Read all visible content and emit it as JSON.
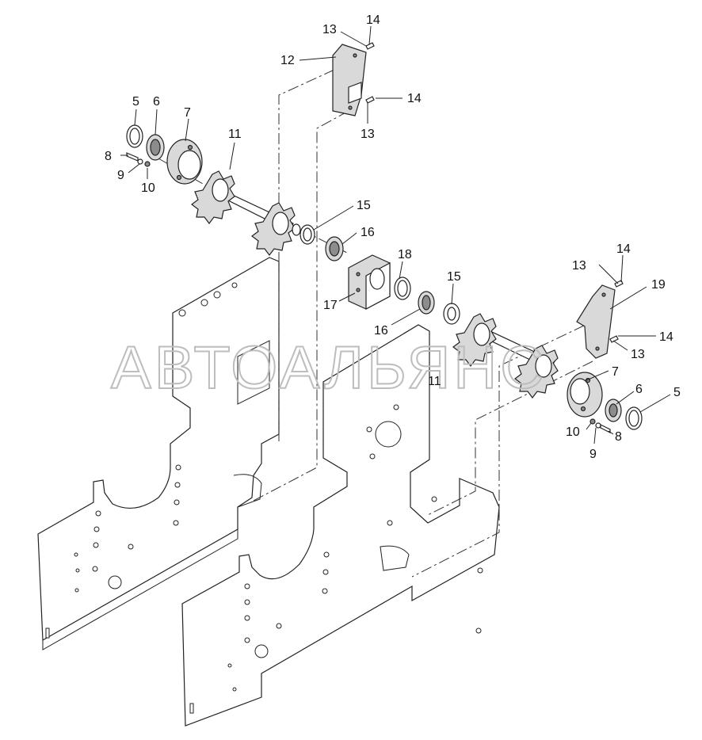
{
  "watermark": "АВТОАЛЬЯНС",
  "callouts": {
    "c13a": "13",
    "c14a": "14",
    "c12": "12",
    "c14b": "14",
    "c13b": "13",
    "c5a": "5",
    "c6a": "6",
    "c7a": "7",
    "c8a": "8",
    "c9a": "9",
    "c10a": "10",
    "c11a": "11",
    "c15a": "15",
    "c16a": "16",
    "c18": "18",
    "c17": "17",
    "c16b": "16",
    "c15b": "15",
    "c13c": "13",
    "c14c": "14",
    "c19": "19",
    "c14d": "14",
    "c13d": "13",
    "c7b": "7",
    "c11b": "11",
    "c6b": "6",
    "c5b": "5",
    "c10b": "10",
    "c8b": "8",
    "c9b": "9"
  }
}
